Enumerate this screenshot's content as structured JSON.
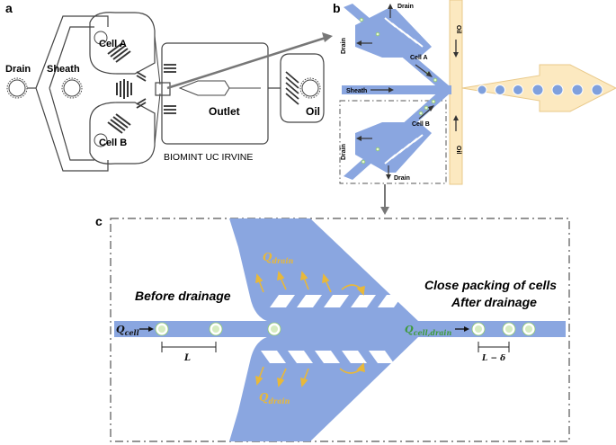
{
  "colors": {
    "channel": "#8aa6e0",
    "channel_dark": "#6f8fd6",
    "oil": "#fce9c0",
    "oil_border": "#e9c98a",
    "drain_flow": "#e8b83a",
    "cell_green": "#8ec96e",
    "cell_light": "#e8f5d8",
    "droplet": "#7fa0dd"
  },
  "panel_a": {
    "label": "a",
    "drain": "Drain",
    "sheath": "Sheath",
    "cell_a": "Cell A",
    "cell_b": "Cell B",
    "outlet": "Outlet",
    "oil": "Oil",
    "caption": "BIOMINT  UC IRVINE"
  },
  "panel_b": {
    "label": "b",
    "drain_top_right": "Drain",
    "drain_top_left": "Drain",
    "cell_a": "Cell A",
    "sheath": "Sheath",
    "cell_b": "Cell B",
    "drain_bottom_left": "Drain",
    "drain_bottom_right": "Drain",
    "oil_top": "Oil",
    "oil_bottom": "Oil"
  },
  "panel_c": {
    "label": "c",
    "before": "Before drainage",
    "after_line1": "Close packing of cells",
    "after_line2": "After drainage",
    "q_cell_base": "Q",
    "q_cell_sub": "cell",
    "q_drain_base": "Q",
    "q_drain_sub": "drain",
    "q_cell_drain_base": "Q",
    "q_cell_drain_sub": "cell,drain",
    "spacing_before": "L",
    "spacing_after": "L − δ"
  }
}
